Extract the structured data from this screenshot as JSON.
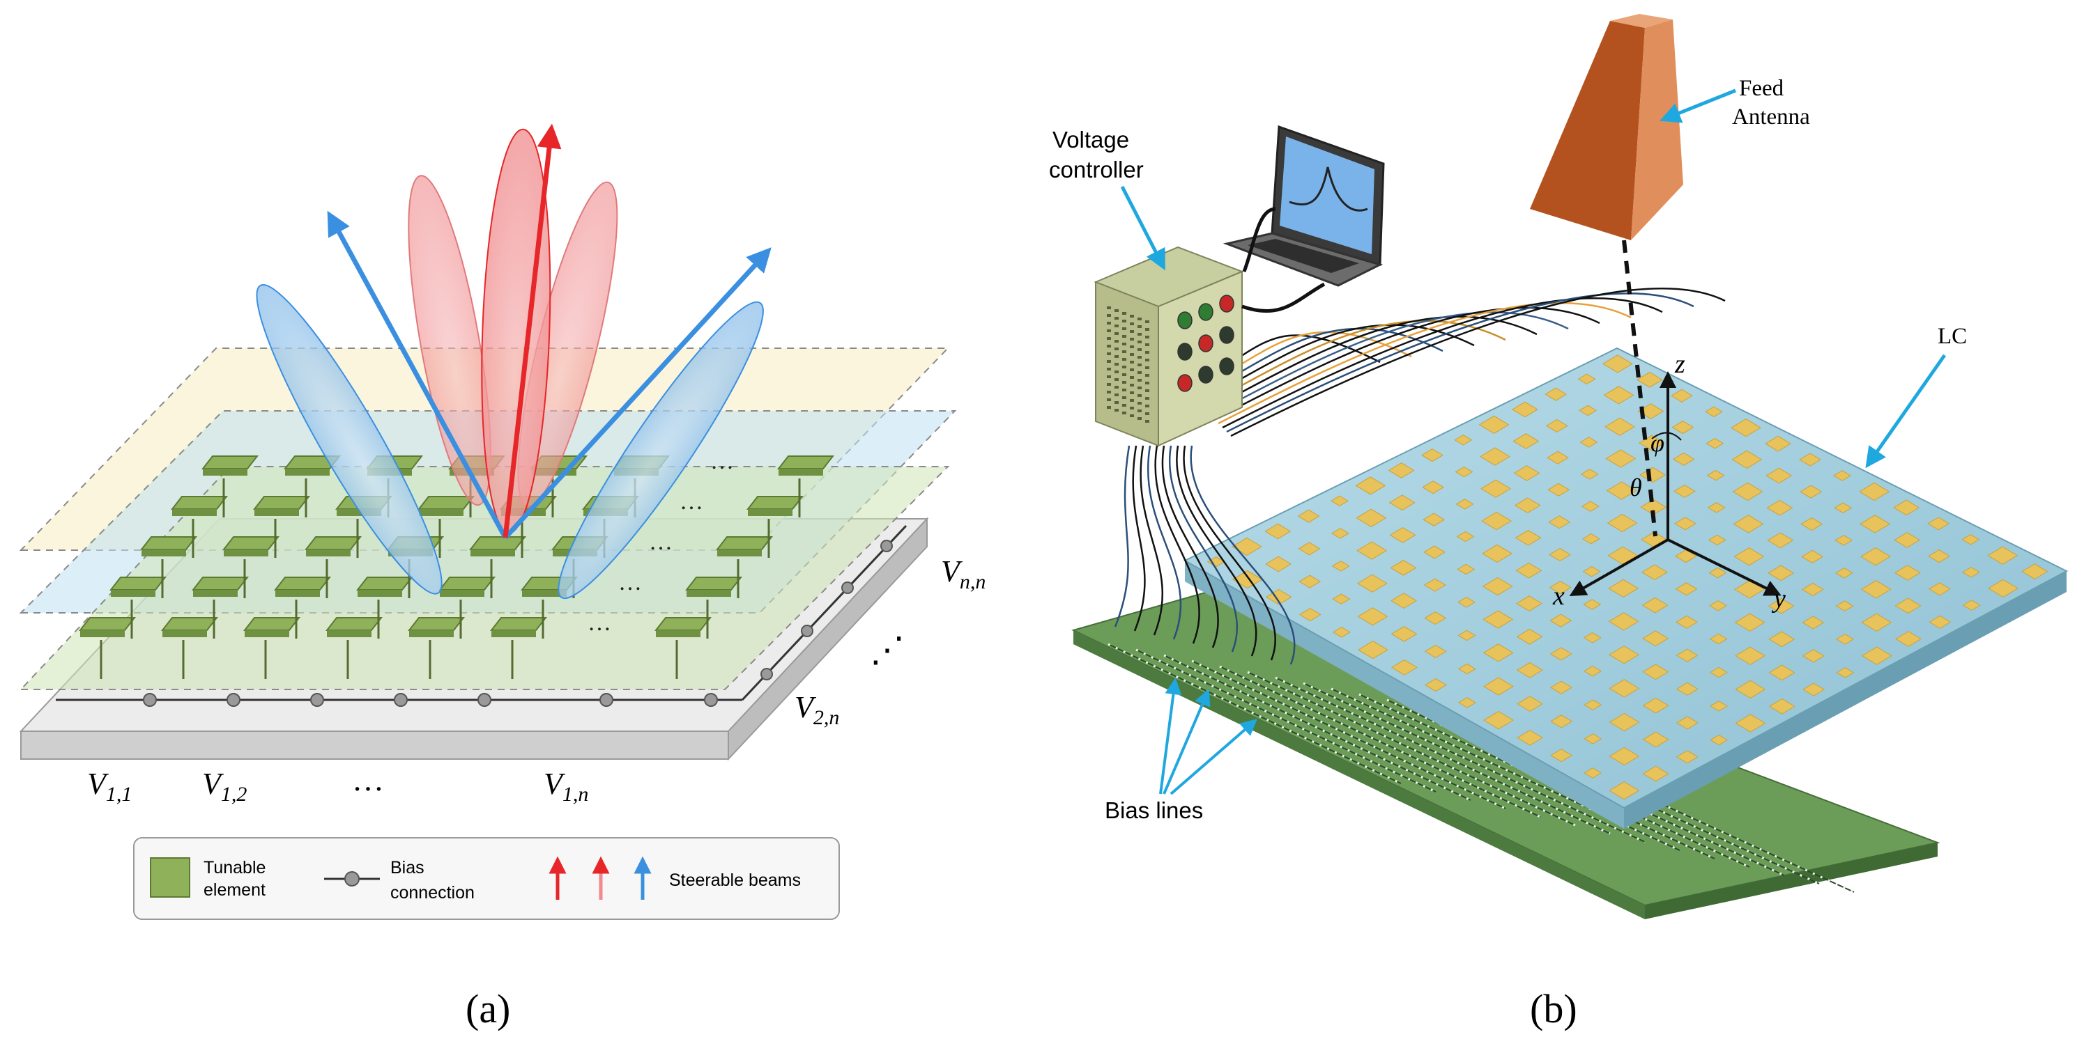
{
  "panel_a": {
    "caption": "(a)",
    "voltages": {
      "v11": {
        "base": "V",
        "sub": "1,1"
      },
      "v12": {
        "base": "V",
        "sub": "1,2"
      },
      "v1n": {
        "base": "V",
        "sub": "1,n"
      },
      "v2n": {
        "base": "V",
        "sub": "2,n"
      },
      "vnn": {
        "base": "V",
        "sub": "n,n"
      },
      "hdots": "…",
      "vdots": "⋰"
    },
    "legend": {
      "tunable_line1": "Tunable",
      "tunable_line2": "element",
      "bias_line1": "Bias",
      "bias_line2": "connection",
      "beams": "Steerable beams"
    },
    "colors": {
      "element": "#8eb15a",
      "beam_red": "#e62628",
      "beam_pink": "#f08a8c",
      "beam_blue": "#3b8fe0",
      "plate": "#d9d9d9"
    }
  },
  "panel_b": {
    "caption": "(b)",
    "labels": {
      "voltage_line1": "Voltage",
      "voltage_line2": "controller",
      "feed_line1": "Feed",
      "feed_line2": "Antenna",
      "lc": "LC",
      "bias_lines": "Bias lines"
    },
    "axes": {
      "x": "x",
      "y": "y",
      "z": "z",
      "phi": "φ",
      "theta": "θ"
    },
    "colors": {
      "lc_plate": "#9fcbdc",
      "patch": "#e8c25a",
      "pcb": "#5d8f4e",
      "horn": "#c9602e",
      "arrow": "#1fa7e0"
    }
  }
}
